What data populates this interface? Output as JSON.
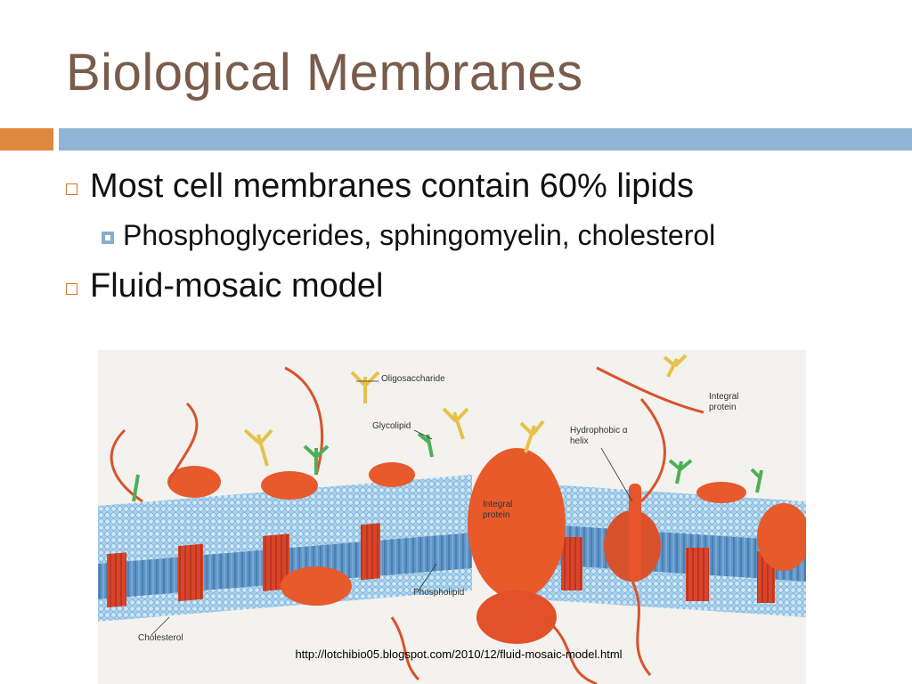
{
  "slide": {
    "title": "Biological Membranes",
    "bullets": [
      {
        "text": "Most cell membranes contain 60% lipids",
        "sub": [
          "Phosphoglycerides, sphingomyelin, cholesterol"
        ]
      },
      {
        "text": "Fluid-mosaic model"
      }
    ]
  },
  "figure": {
    "labels": {
      "oligosaccharide": "Oligosaccharide",
      "integral_protein_top": "Integral protein",
      "glycolipid": "Glycolipid",
      "hydrophobic_helix": "Hydrophobic α helix",
      "integral_protein_mid": "Integral protein",
      "phospholipid": "Phospholipid",
      "cholesterol": "Cholesterol"
    },
    "source_url": "http://lotchibio05.blogspot.com/2010/12/fluid-mosaic-model.html"
  },
  "colors": {
    "title": "#7a5c4c",
    "accent_orange": "#e0873f",
    "accent_blue": "#8fb4d4",
    "protein": "#e8502a",
    "membrane_blue": "#7fb6dc"
  }
}
